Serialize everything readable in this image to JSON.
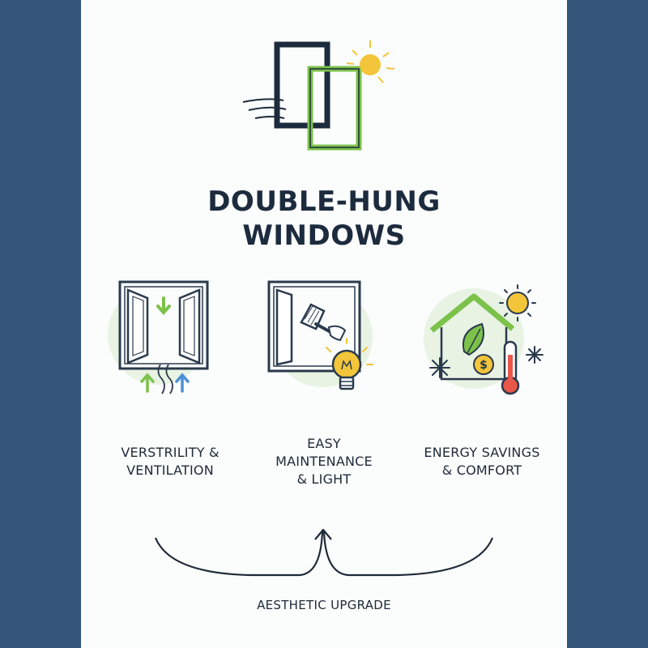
{
  "title": {
    "line1": "DOUBLE-HUNG",
    "line2": "WINDOWS"
  },
  "features": [
    {
      "icon": "window-ventilation-icon",
      "line1": "VERSTRILITY &",
      "line2": "VENTILATION"
    },
    {
      "icon": "window-cleaning-light-icon",
      "line1": "EASY",
      "line2": "MAINTENANCE",
      "line3": "& LIGHT"
    },
    {
      "icon": "house-energy-icon",
      "line1": "ENERGY SAVINGS",
      "line2": "& COMFORT"
    }
  ],
  "bottom_label": "AESTHETIC UPGRADE",
  "colors": {
    "navy": "#1c2b3d",
    "green": "#7cc24a",
    "blue_arrow": "#4a8fd8",
    "sun": "#f3c53a",
    "background_band": "#34567a"
  }
}
